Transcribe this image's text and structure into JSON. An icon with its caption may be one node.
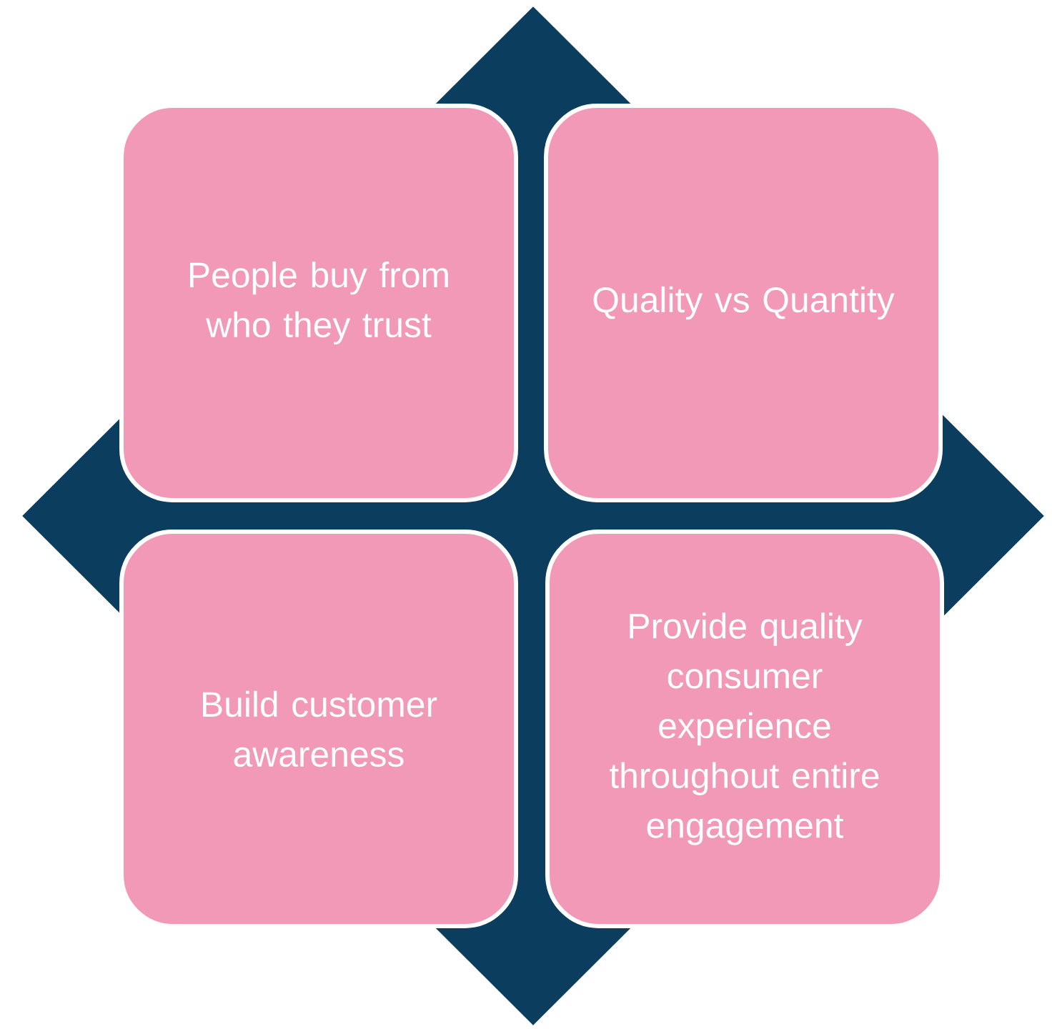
{
  "diagram": {
    "nodes": [
      {
        "text": [],
        "shape": "diamond"
      },
      {
        "text": [
          "People buy from who they trust"
        ],
        "in": 0
      },
      {
        "text": [
          "Quality vs Quantity"
        ],
        "in": 0
      },
      {
        "text": [
          "Build customer awareness"
        ],
        "in": 0
      },
      {
        "text": [
          "Provide quality consumer experience throughout entire engagement"
        ],
        "in": 0
      }
    ]
  }
}
